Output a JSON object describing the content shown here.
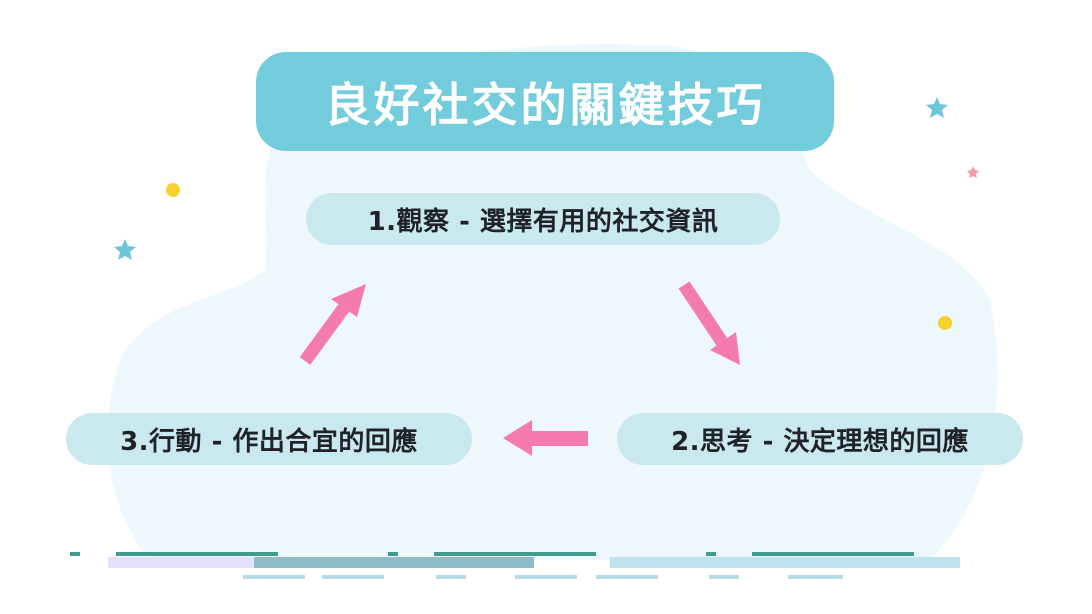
{
  "title": "良好社交的關鍵技巧",
  "steps": [
    {
      "label": "1.觀察 - 選擇有用的社交資訊"
    },
    {
      "label": "2.思考 - 決定理想的回應"
    },
    {
      "label": "3.行動 - 作出合宜的回應"
    }
  ],
  "colors": {
    "title_bg": "#72ccdc",
    "step_bg": "#c9e9ee",
    "arrow": "#f47cac",
    "background_blob": "#eef7fc",
    "star_teal": "#6cc6d8",
    "star_pink": "#f39ab0",
    "dot_yellow": "#f8d12f"
  },
  "icons": [
    "star-icon",
    "dot-icon",
    "arrow-icon"
  ]
}
